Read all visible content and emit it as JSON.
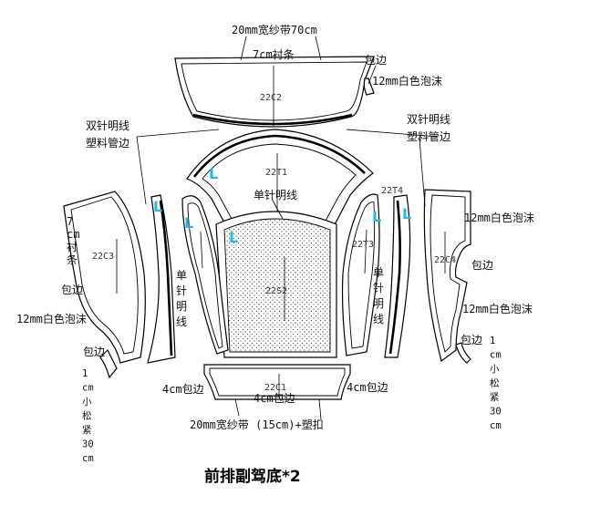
{
  "title": "前排副驾底*2",
  "pieces": {
    "top_band": "22C2",
    "seat_back": "22T1",
    "center": "22S2",
    "left_outer": "22C3",
    "right_outer": "22C4",
    "right_inner": "22T3",
    "right_inner_top": "22T4",
    "bottom_band": "22C1"
  },
  "labels": {
    "mesh_band_top": "20mm宽纱带70cm",
    "lining_7cm": "7cm衬条",
    "edge_wrap_top": "包边",
    "foam_12_top": "12mm白色泡沫",
    "double_needle_left_1": "双针明线",
    "double_needle_left_2": "塑料管边",
    "double_needle_right_1": "双针明线",
    "double_needle_right_2": "塑料管边",
    "single_needle_mid": "单针明线",
    "lining_left_v": "7cm衬条",
    "edge_wrap_left": "包边",
    "foam_12_left": "12mm白色泡沫",
    "edge_wrap_left_bottom": "包边",
    "elastic_left_v": "1cm小松紧30cm",
    "single_needle_left_v": "单针明线",
    "single_needle_right_v": "单针明线",
    "foam_12_right_1": "12mm白色泡沫",
    "edge_wrap_right": "包边",
    "foam_12_right_2": "12mm白色泡沫",
    "edge_wrap_right_bottom": "包边",
    "elastic_right_v": "1cm小松紧30cm",
    "edge_4cm_left": "4cm包边",
    "edge_4cm_mid": "4cm包边",
    "edge_4cm_right": "4cm包边",
    "mesh_band_bottom": "20mm宽纱带 (15cm)+塑扣"
  },
  "markers": [
    "L",
    "L",
    "L",
    "L",
    "L",
    "L"
  ],
  "colors": {
    "marker": "#22b8e8",
    "line": "#000000",
    "background": "#ffffff"
  }
}
